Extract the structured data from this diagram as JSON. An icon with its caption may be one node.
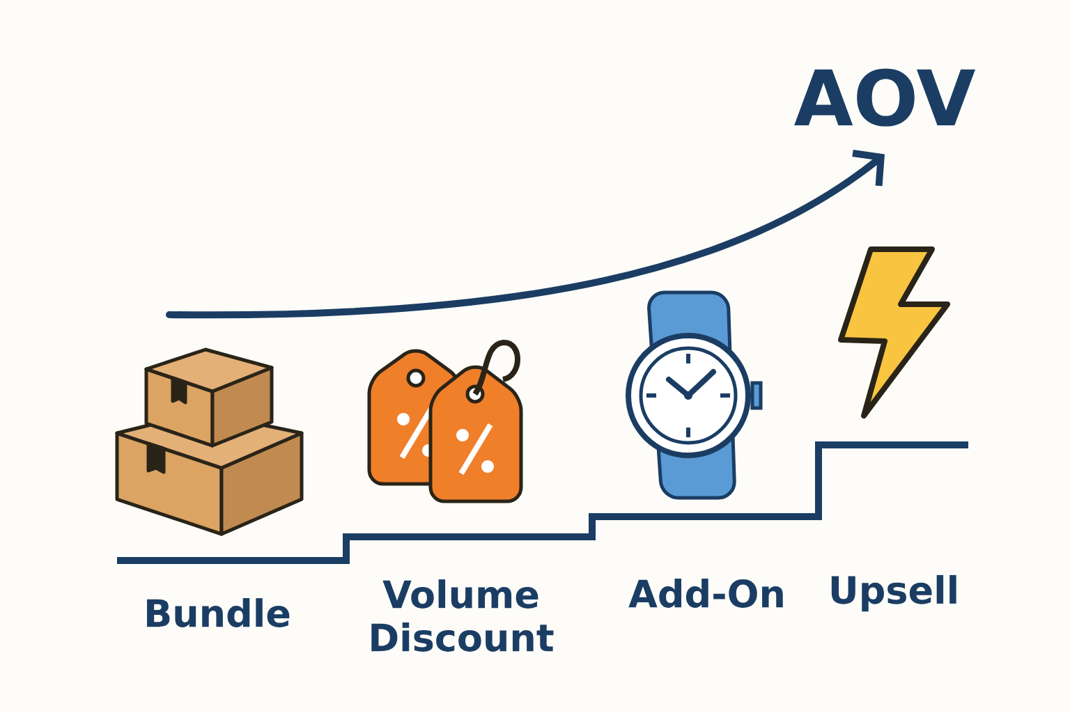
{
  "diagram": {
    "nodes": [
      {
        "text": [
          "Bundle"
        ]
      },
      {
        "text": [
          "Volume Discount"
        ]
      },
      {
        "text": [
          "Add-On"
        ]
      },
      {
        "text": [
          "Upsell"
        ]
      },
      {
        "text": [
          "AOV"
        ]
      }
    ],
    "edges": [
      {
        "from": null,
        "to": 4,
        "arrow": "to"
      }
    ]
  }
}
